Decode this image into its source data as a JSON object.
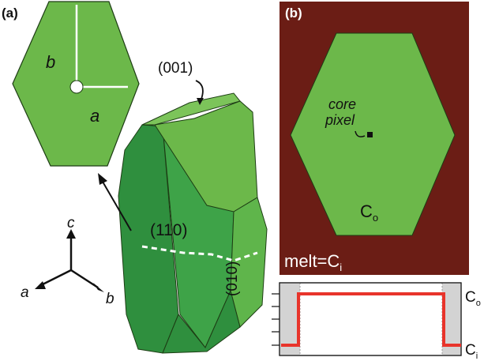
{
  "panel_a": {
    "tag": "(a)",
    "hexagon": {
      "label_b": "b",
      "label_a": "a"
    },
    "crystal": {
      "face_001": "(001)",
      "face_110": "(110)",
      "face_010": "(010)"
    },
    "axes": {
      "c": "c",
      "a": "a",
      "b": "b"
    }
  },
  "panel_b": {
    "tag": "(b)",
    "core_label_1": "core",
    "core_label_2": "pixel",
    "center_comp_main": "C",
    "center_comp_sub": "o",
    "melt_main": "melt=C",
    "melt_sub": "i",
    "profile": {
      "top_main": "C",
      "top_sub": "o",
      "bottom_main": "C",
      "bottom_sub": "i"
    }
  },
  "colors": {
    "hex_green": "#6cb84a",
    "crystal_dark": "#2f8f3e",
    "crystal_mid": "#3ea348",
    "crystal_light": "#5fb54b",
    "melt": "#6b1d15",
    "profile_line": "#e8342b",
    "profile_shade": "#d3d3d3"
  }
}
